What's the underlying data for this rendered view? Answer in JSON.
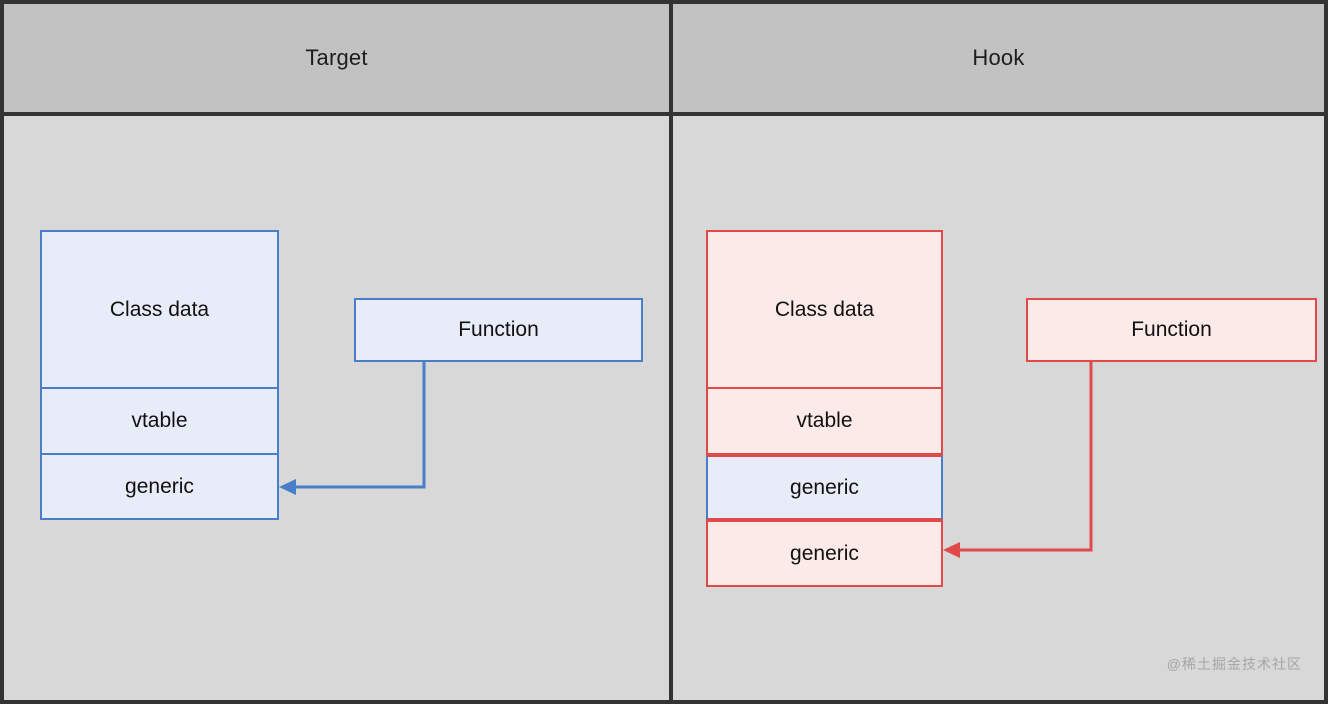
{
  "diagram": {
    "title_left": "Target",
    "title_right": "Hook",
    "watermark": "@稀土掘金技术社区"
  },
  "colors": {
    "canvas_bg": "#d5d5d5",
    "panel_bg": "#d8d8d8",
    "header_bg": "#c2c2c2",
    "outline": "#333333",
    "blue_border": "#4a7ec8",
    "blue_fill": "#e8ecf8",
    "red_border": "#e04a4a",
    "red_fill": "#fbeae8",
    "watermark": "#a6a6a6"
  },
  "panels": [
    {
      "id": "target",
      "header": "Target",
      "theme": "blue",
      "class_block": {
        "name": "class-layout",
        "rows": [
          {
            "label": "Class data",
            "theme": "blue"
          },
          {
            "label": "vtable",
            "theme": "blue"
          },
          {
            "label": "generic",
            "theme": "blue"
          }
        ]
      },
      "function_box": {
        "label": "Function",
        "theme": "blue"
      },
      "connector": {
        "from": "function-box",
        "to": "generic-row",
        "arrow": "left",
        "theme": "blue"
      }
    },
    {
      "id": "hook",
      "header": "Hook",
      "theme": "red",
      "class_block": {
        "name": "class-layout",
        "rows": [
          {
            "label": "Class data",
            "theme": "red"
          },
          {
            "label": "vtable",
            "theme": "red"
          },
          {
            "label": "generic",
            "theme": "hybrid"
          },
          {
            "label": "generic",
            "theme": "red"
          }
        ]
      },
      "function_box": {
        "label": "Function",
        "theme": "red"
      },
      "connector": {
        "from": "function-box",
        "to": "generic-row-appended",
        "arrow": "left",
        "theme": "red"
      }
    }
  ]
}
